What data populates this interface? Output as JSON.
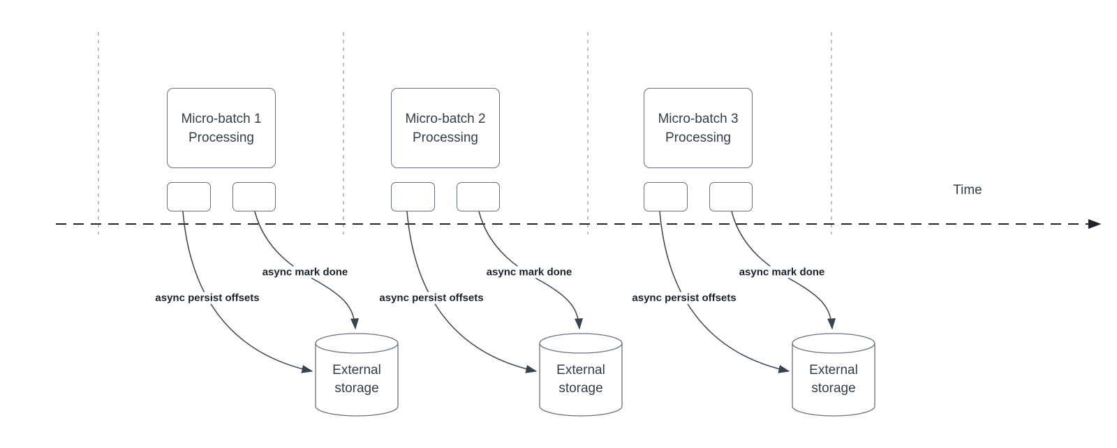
{
  "colors": {
    "background": "#ffffff",
    "timeline_line": "#20242a",
    "guide_line": "#b3b3b3",
    "shape_stroke": "#667079",
    "connector_stroke": "#39434e",
    "shape_text": "#343c46",
    "label_text": "#18202b"
  },
  "timeline": {
    "axis_label": "Time"
  },
  "groups": [
    {
      "box_title_line1": "Micro-batch 1",
      "box_title_line2": "Processing",
      "persist_arrow_label": "async persist offsets",
      "mark_done_arrow_label": "async mark done",
      "storage_label": "External storage"
    },
    {
      "box_title_line1": "Micro-batch 2",
      "box_title_line2": "Processing",
      "persist_arrow_label": "async persist offsets",
      "mark_done_arrow_label": "async mark done",
      "storage_label": "External storage"
    },
    {
      "box_title_line1": "Micro-batch 3",
      "box_title_line2": "Processing",
      "persist_arrow_label": "async persist offsets",
      "mark_done_arrow_label": "async mark done",
      "storage_label": "External storage"
    }
  ]
}
